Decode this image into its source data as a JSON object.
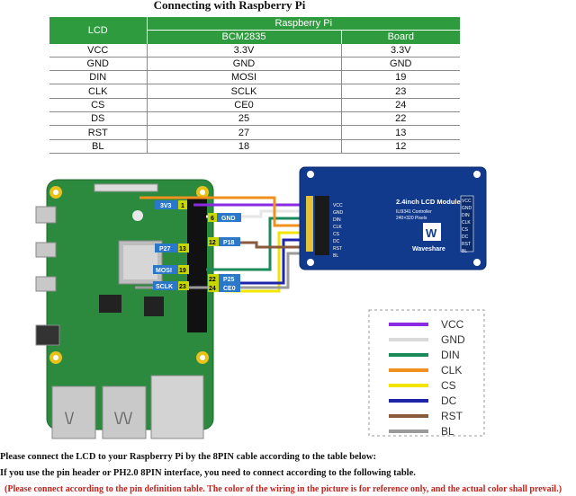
{
  "title": "Connecting with Raspberry Pi",
  "table": {
    "col_lcd": "LCD",
    "col_rpi": "Raspberry Pi",
    "col_bcm": "BCM2835",
    "col_board": "Board",
    "header_color": "#2e9b3e",
    "rows": [
      {
        "lcd": "VCC",
        "bcm": "3.3V",
        "board": "3.3V"
      },
      {
        "lcd": "GND",
        "bcm": "GND",
        "board": "GND"
      },
      {
        "lcd": "DIN",
        "bcm": "MOSI",
        "board": "19"
      },
      {
        "lcd": "CLK",
        "bcm": "SCLK",
        "board": "23"
      },
      {
        "lcd": "CS",
        "bcm": "CE0",
        "board": "24"
      },
      {
        "lcd": "DS",
        "bcm": "25",
        "board": "22"
      },
      {
        "lcd": "RST",
        "bcm": "27",
        "board": "13"
      },
      {
        "lcd": "BL",
        "bcm": "18",
        "board": "12"
      }
    ]
  },
  "pi_labels": {
    "v33": "3V3",
    "v33_pin": "1",
    "gnd": "GND",
    "gnd_pin": "6",
    "p27": "P27",
    "p27_pin": "13",
    "p18": "P18",
    "p18_pin": "12",
    "mosi": "MOSI",
    "mosi_pin": "19",
    "p25": "P25",
    "p25_pin": "22",
    "sclk": "SCLK",
    "sclk_pin": "23",
    "ce0": "CE0",
    "ce0_pin": "24"
  },
  "module": {
    "title": "2.4inch LCD Module",
    "controller": "ILI9341 Controller",
    "pixels": "240×320 Pixels",
    "brand": "Waveshare",
    "pins": [
      "VCC",
      "GND",
      "DIN",
      "CLK",
      "CS",
      "DC",
      "RST",
      "BL"
    ]
  },
  "legend": [
    {
      "label": "VCC",
      "color": "#8a2be2"
    },
    {
      "label": "GND",
      "color": "#e6e6e6"
    },
    {
      "label": "DIN",
      "color": "#1b8a5a"
    },
    {
      "label": "CLK",
      "color": "#f0901e"
    },
    {
      "label": "CS",
      "color": "#f2e500"
    },
    {
      "label": "DC",
      "color": "#1f24a8"
    },
    {
      "label": "RST",
      "color": "#8b5a3c"
    },
    {
      "label": "BL",
      "color": "#9a9a9a"
    }
  ],
  "notes": {
    "line1": "Please connect the LCD to your Raspberry Pi by the 8PIN cable according to the table below:",
    "line2": "If you use the pin header or PH2.0 8PIN interface, you need to connect according to the following table.",
    "line3": "(Please connect according to the pin definition table. The color of the wiring in the picture is for reference only, and the actual color shall prevail.)"
  }
}
